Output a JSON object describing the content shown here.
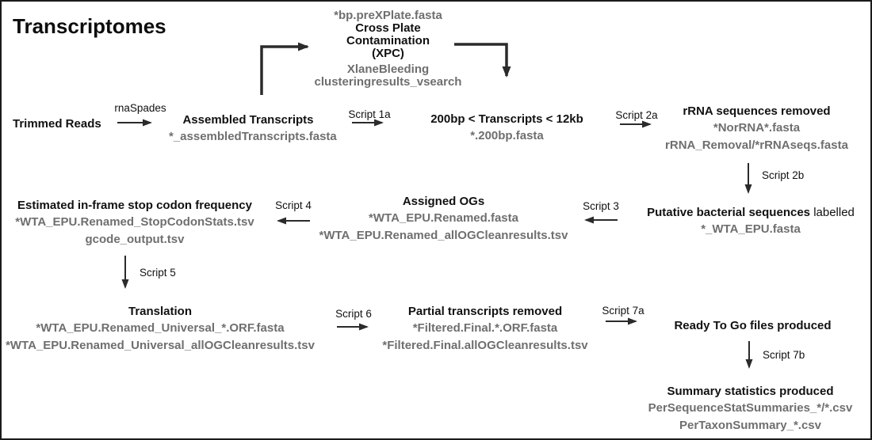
{
  "title": "Transcriptomes",
  "colors": {
    "heading_text": "#111111",
    "file_text": "#6f6f6f",
    "arrow": "#2b2b2b",
    "background": "#ffffff"
  },
  "nodes": {
    "trimmed_reads": {
      "title": "Trimmed Reads"
    },
    "xpc": {
      "pre_file": "*bp.preXPlate.fasta",
      "title_lines": [
        "Cross Plate",
        "Contamination",
        "(XPC)"
      ],
      "files": [
        "XlaneBleeding",
        "clusteringresults_vsearch"
      ]
    },
    "assembled": {
      "title": "Assembled Transcripts",
      "files": [
        "*_assembledTranscripts.fasta"
      ]
    },
    "size_filter": {
      "title": "200bp < Transcripts < 12kb",
      "files": [
        "*.200bp.fasta"
      ]
    },
    "rrna_removed": {
      "title": "rRNA sequences removed",
      "files": [
        "*NorRNA*.fasta",
        "rRNA_Removal/*rRNAseqs.fasta"
      ]
    },
    "bacterial_labelled": {
      "title_bold": "Putative bacterial sequences",
      "title_normal": "labelled",
      "files": [
        "*_WTA_EPU.fasta"
      ]
    },
    "assigned_ogs": {
      "title": "Assigned OGs",
      "files": [
        "*WTA_EPU.Renamed.fasta",
        "*WTA_EPU.Renamed_allOGCleanresults.tsv"
      ]
    },
    "stop_codon": {
      "title": "Estimated in-frame stop codon frequency",
      "files": [
        "*WTA_EPU.Renamed_StopCodonStats.tsv",
        "gcode_output.tsv"
      ]
    },
    "translation": {
      "title": "Translation",
      "files": [
        "*WTA_EPU.Renamed_Universal_*.ORF.fasta",
        "*WTA_EPU.Renamed_Universal_allOGCleanresults.tsv"
      ]
    },
    "partial_removed": {
      "title": "Partial transcripts removed",
      "files": [
        "*Filtered.Final.*.ORF.fasta",
        "*Filtered.Final.allOGCleanresults.tsv"
      ]
    },
    "ready_to_go": {
      "title": "Ready To Go files produced"
    },
    "summary_stats": {
      "title": "Summary statistics produced",
      "files": [
        "PerSequenceStatSummaries_*/*.csv",
        "PerTaxonSummary_*.csv"
      ]
    }
  },
  "edges": {
    "rnaspades": "rnaSpades",
    "script_1a": "Script 1a",
    "script_2a": "Script 2a",
    "script_2b": "Script 2b",
    "script_3": "Script 3",
    "script_4": "Script 4",
    "script_5": "Script 5",
    "script_6": "Script 6",
    "script_7a": "Script 7a",
    "script_7b": "Script 7b"
  }
}
